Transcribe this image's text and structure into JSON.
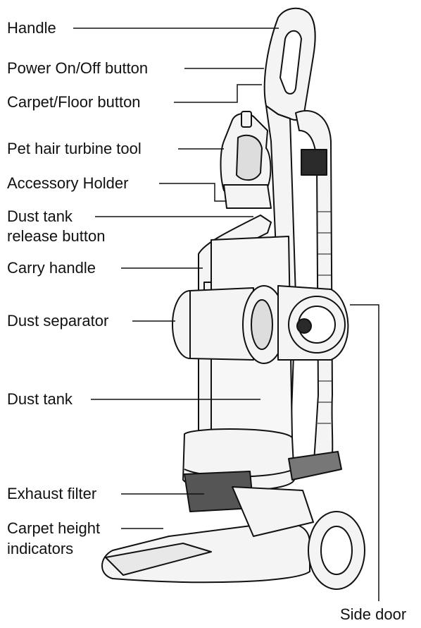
{
  "labels": {
    "handle": "Handle",
    "power": "Power On/Off button",
    "carpet_floor": "Carpet/Floor button",
    "turbine": "Pet hair turbine tool",
    "accessory": "Accessory Holder",
    "dust_release_1": "Dust tank",
    "dust_release_2": "release button",
    "carry": "Carry handle",
    "separator": "Dust separator",
    "tank": "Dust tank",
    "exhaust": "Exhaust filter",
    "height_1": "Carpet height",
    "height_2": "indicators",
    "side_door": "Side door"
  },
  "colors": {
    "ink": "#111111",
    "body_fill": "#f4f4f4",
    "dark": "#2a2a2a"
  }
}
